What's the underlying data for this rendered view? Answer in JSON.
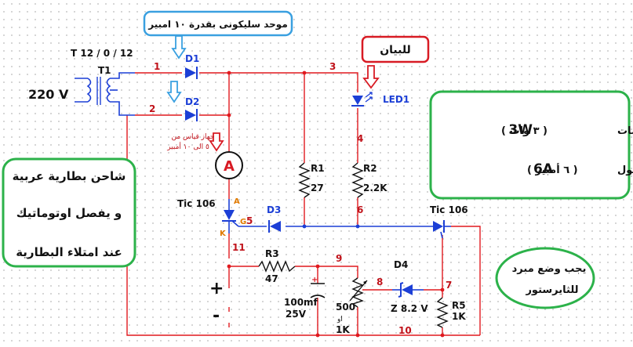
{
  "transformer": {
    "rating": "T 12 / 0 / 12",
    "name": "T1",
    "input": "220 V"
  },
  "callouts": {
    "rectifier": "موحد سليكونى بقدرة ١٠ امبير",
    "indicator": "للبيان",
    "meter": "جهاز قياس من ٥ الى ١٠ أمبير"
  },
  "components": {
    "d1": "D1",
    "d2": "D2",
    "d3": "D3",
    "d4": "D4",
    "led": "LED1",
    "meter": "A",
    "scr_left": "Tic 106",
    "scr_right": "Tic 106",
    "r1": "R1",
    "r1_value": "27",
    "r2": "R2",
    "r2_value": "2.2K",
    "r3": "R3",
    "r3_value": "47",
    "r5": "R5",
    "r5_value": "1K",
    "cap_value": "100mf",
    "cap_voltage": "25V",
    "pot_value": "500",
    "pot_or": "او",
    "pot_value_alt": "1K",
    "zener": "Z  8.2 V",
    "pin_a": "A",
    "pin_g": "G",
    "pin_k": "K",
    "plus": "+",
    "minus": "-"
  },
  "nodes": [
    "1",
    "2",
    "3",
    "4",
    "5",
    "6",
    "7",
    "8",
    "9",
    "10",
    "11"
  ],
  "notes": {
    "left_box": [
      "شاحن بطارية عربية",
      "و يفصل اوتوماتيك",
      "عند امتلاء البطارية"
    ],
    "right_box_line1": [
      "جميع المقومات",
      "3W",
      "( ٣ وات )"
    ],
    "right_box_line2": [
      "و المحول",
      "6A",
      "( ٦ أمبير )"
    ],
    "cooling": [
      "يجب وضع مبرد",
      "للثايرستور"
    ]
  },
  "colors": {
    "wire": "#e0191f",
    "blue": "#1c3fd6",
    "box_green": "#2cb24a",
    "callout_blue": "#3aa0e0",
    "callout_red": "#d81b24"
  }
}
